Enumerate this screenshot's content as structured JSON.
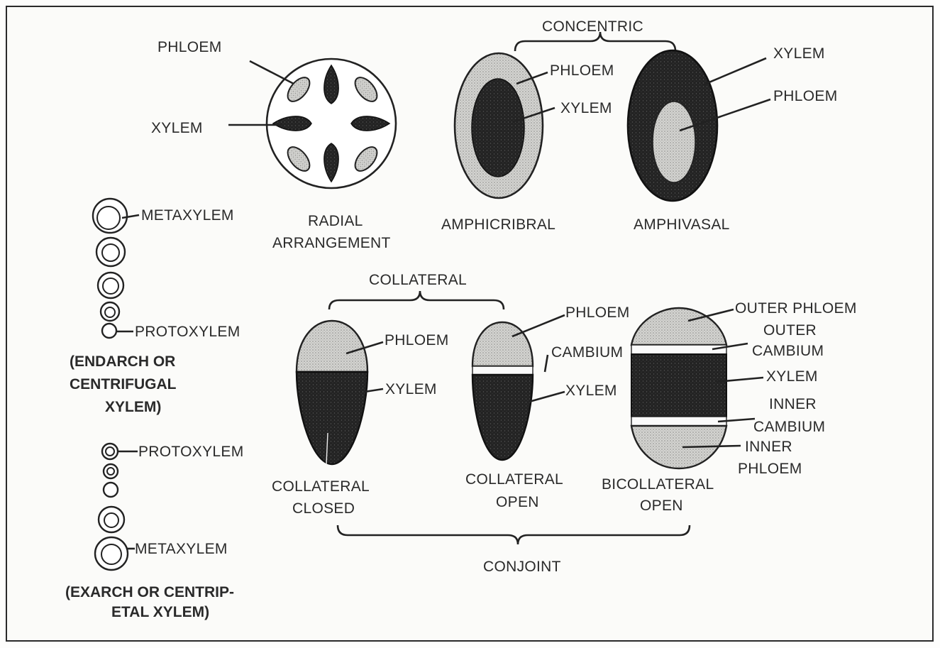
{
  "labels": {
    "radial_phloem": "PHLOEM",
    "radial_xylem": "XYLEM",
    "radial_caption_1": "RADIAL",
    "radial_caption_2": "ARRANGEMENT",
    "concentric": "CONCENTRIC",
    "amphicribral_phloem": "PHLOEM",
    "amphicribral_xylem": "XYLEM",
    "amphicribral": "AMPHICRIBRAL",
    "amphivasal_xylem": "XYLEM",
    "amphivasal_phloem": "PHLOEM",
    "amphivasal": "AMPHIVASAL",
    "endarch_metaxylem": "METAXYLEM",
    "endarch_protoxylem": "PROTOXYLEM",
    "endarch_caption_1": "(ENDARCH OR",
    "endarch_caption_2": "CENTRIFUGAL",
    "endarch_caption_3": "XYLEM)",
    "exarch_protoxylem": "PROTOXYLEM",
    "exarch_metaxylem": "METAXYLEM",
    "exarch_caption_1": "(EXARCH OR CENTRIP-",
    "exarch_caption_2": "ETAL XYLEM)",
    "collateral": "COLLATERAL",
    "closed_phloem": "PHLOEM",
    "closed_xylem": "XYLEM",
    "closed_caption_1": "COLLATERAL",
    "closed_caption_2": "CLOSED",
    "open_phloem": "PHLOEM",
    "open_cambium": "CAMBIUM",
    "open_xylem": "XYLEM",
    "open_caption_1": "COLLATERAL",
    "open_caption_2": "OPEN",
    "bi_outer_phloem": "OUTER PHLOEM",
    "bi_outer": "OUTER",
    "bi_cambium": "CAMBIUM",
    "bi_xylem": "XYLEM",
    "bi_inner": "INNER",
    "bi_inner_cambium": "CAMBIUM",
    "bi_inner_2": "INNER",
    "bi_inner_phloem": "PHLOEM",
    "bi_caption_1": "BICOLLATERAL",
    "bi_caption_2": "OPEN",
    "conjoint": "CONJOINT"
  },
  "colors": {
    "ink": "#222222",
    "xylem_fill": "#1e1e1e",
    "phloem_fill": "#c9c9c6",
    "paper": "#fbfbf9"
  }
}
